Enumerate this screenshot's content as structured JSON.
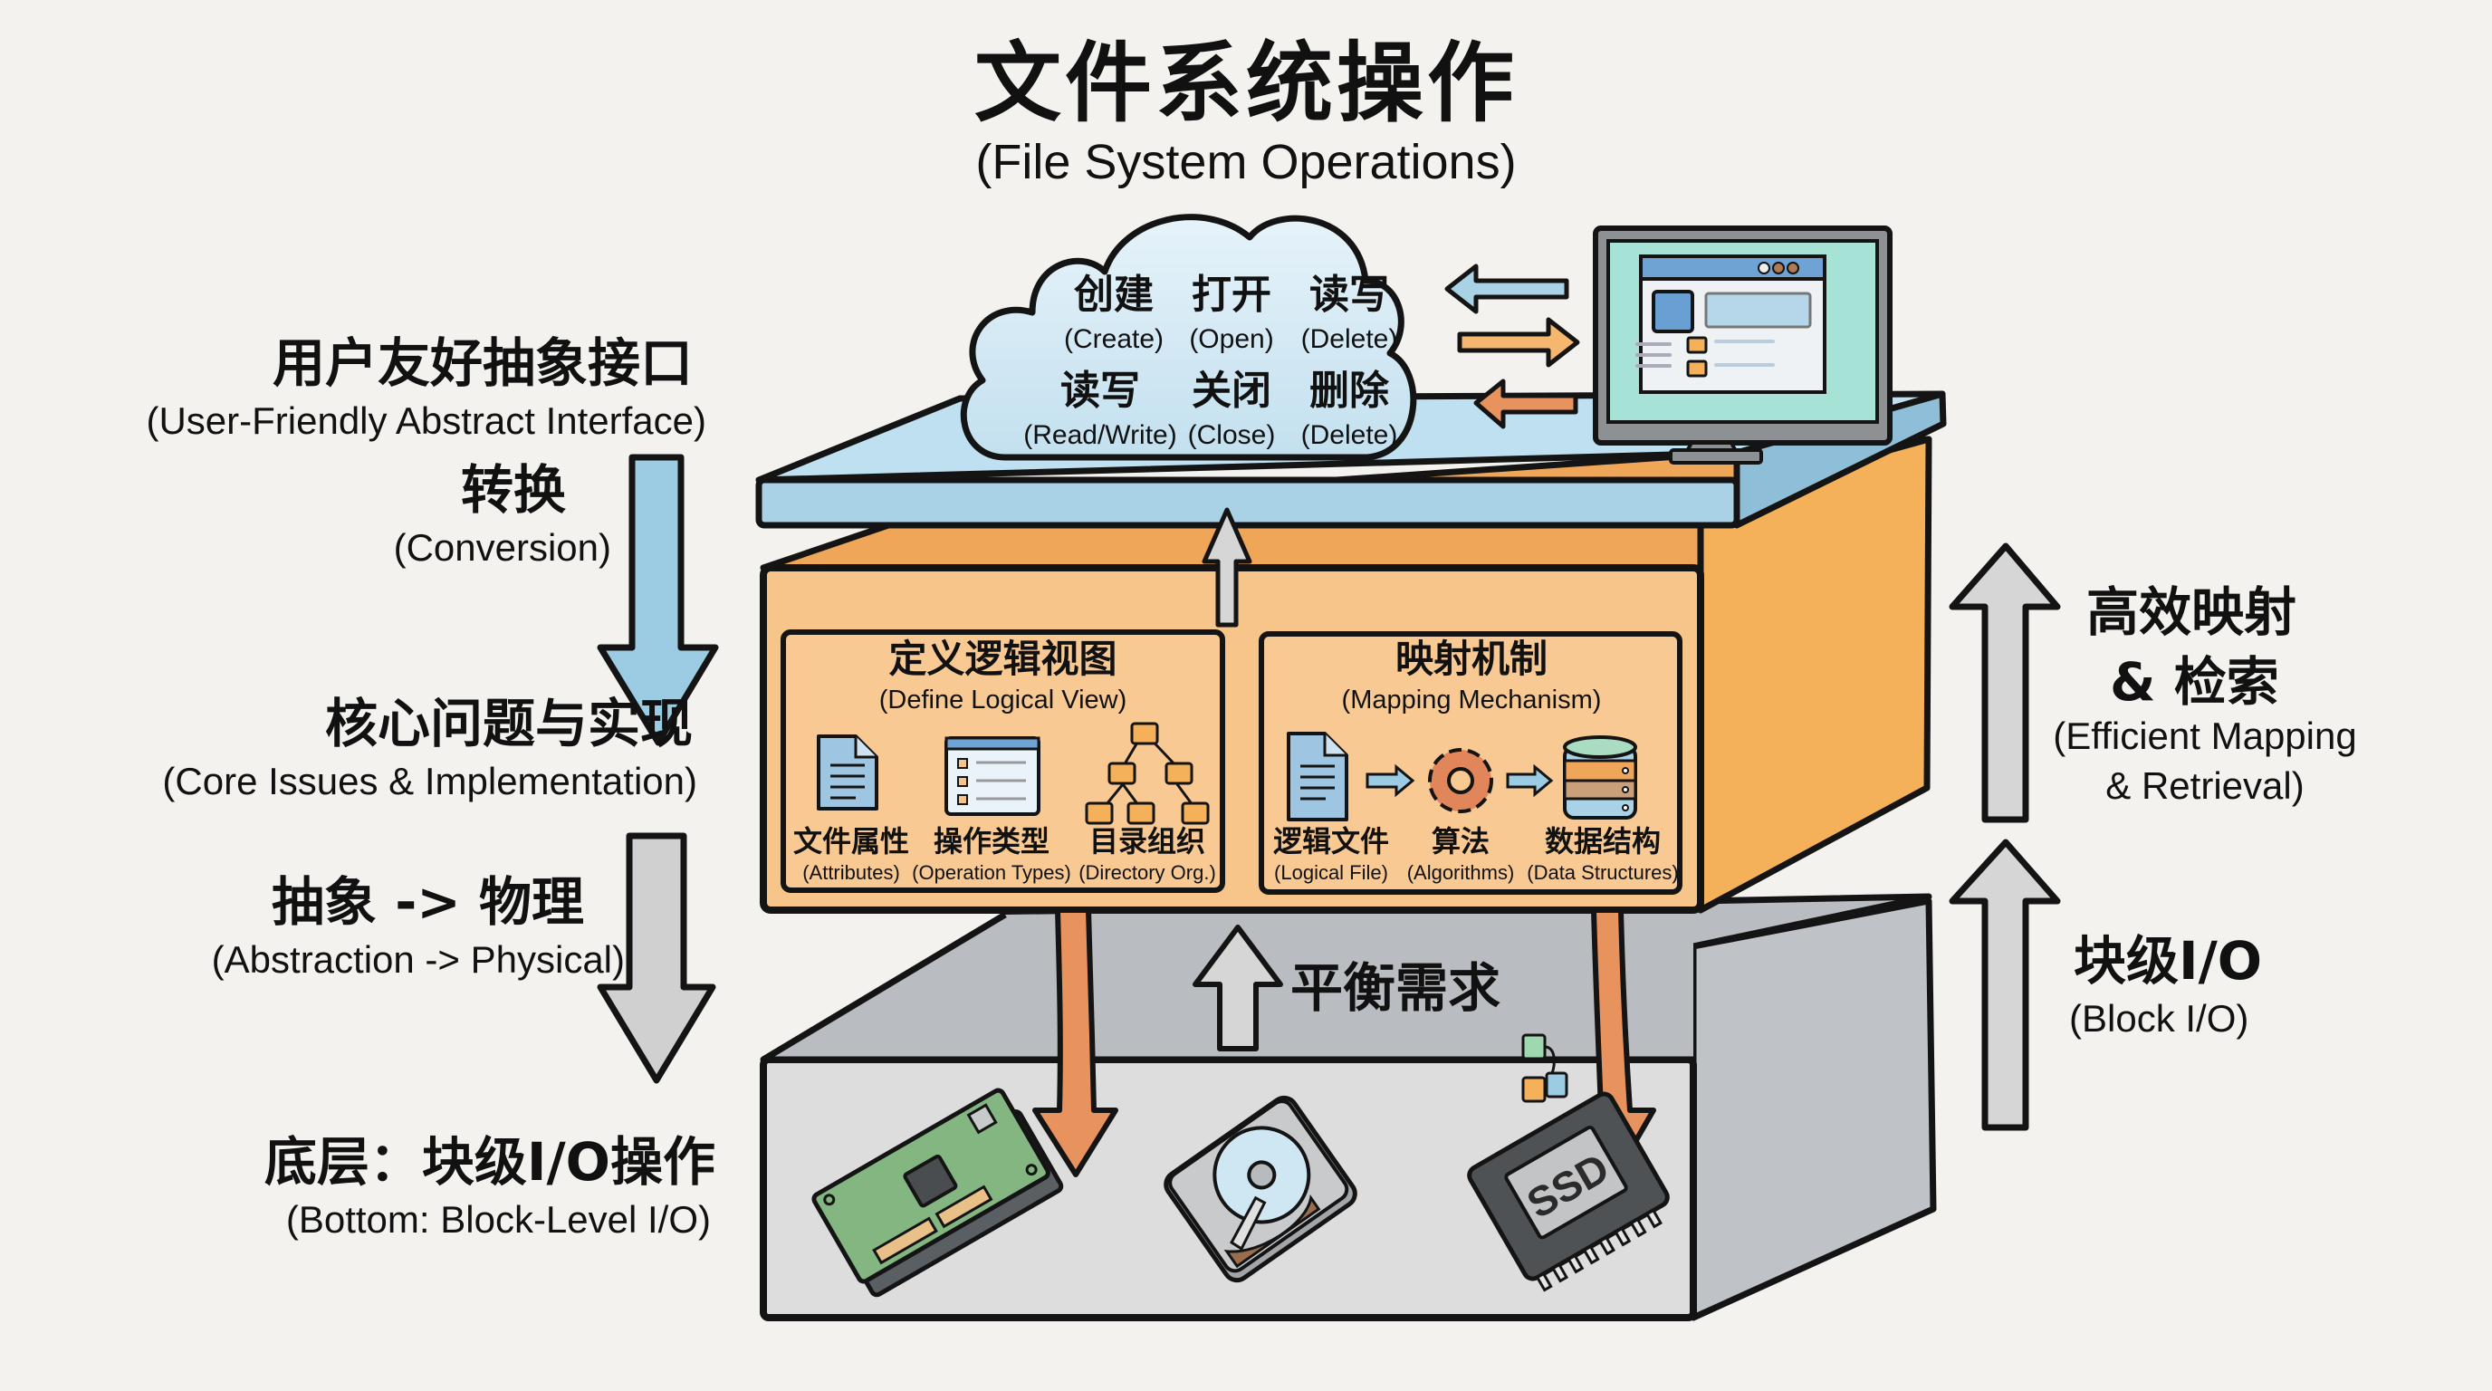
{
  "title": {
    "cn": "文件系统操作",
    "en": "(File System Operations)"
  },
  "colors": {
    "background": "#f3f2ee",
    "blue_layer": "#a9d2e6",
    "blue_layer_side": "#8fbfd8",
    "orange_layer": "#f5b15a",
    "orange_front": "#f7c48a",
    "gray_layer": "#b9bcc0",
    "gray_front": "#dcdcdc",
    "arrow_blue": "#9ccbe4",
    "arrow_orange": "#e8925e",
    "arrow_gray": "#d0d0d0",
    "outline": "#141414"
  },
  "cloud": {
    "operations": [
      {
        "cn": "创建",
        "en": "(Create)"
      },
      {
        "cn": "打开",
        "en": "(Open)"
      },
      {
        "cn": "读写",
        "en": "(Delete)"
      },
      {
        "cn": "读写",
        "en": "(Read/Write)"
      },
      {
        "cn": "关闭",
        "en": "(Close)"
      },
      {
        "cn": "删除",
        "en": "(Delete)"
      }
    ]
  },
  "left_labels": {
    "interface": {
      "cn": "用户友好抽象接口",
      "en": "(User-Friendly Abstract Interface)"
    },
    "conversion": {
      "cn": "转换",
      "en": "(Conversion)"
    },
    "core": {
      "cn": "核心问题与实现",
      "en": "(Core Issues & Implementation)"
    },
    "abstraction": {
      "cn": "抽象 -> 物理",
      "en": "(Abstraction -> Physical)"
    },
    "bottom": {
      "cn": "底层：块级I/O操作",
      "en": "(Bottom: Block-Level I/O)"
    }
  },
  "right_labels": {
    "mapping": {
      "cn_line1": "高效映射",
      "cn_line2": "& 检索",
      "en_line1": "(Efficient Mapping",
      "en_line2": "& Retrieval)"
    },
    "block_io": {
      "cn": "块级I/O",
      "en": "(Block I/O)"
    }
  },
  "middle_layer": {
    "logical_view": {
      "cn": "定义逻辑视图",
      "en": "(Define Logical View)",
      "items": [
        {
          "icon": "document-icon",
          "cn": "文件属性",
          "en": "(Attributes)"
        },
        {
          "icon": "window-icon",
          "cn": "操作类型",
          "en": "(Operation Types)"
        },
        {
          "icon": "folder-tree-icon",
          "cn": "目录组织",
          "en": "(Directory Org.)"
        }
      ]
    },
    "mapping": {
      "cn": "映射机制",
      "en": "(Mapping Mechanism)",
      "items": [
        {
          "icon": "document-icon",
          "cn": "逻辑文件",
          "en": "(Logical File)"
        },
        {
          "icon": "gear-icon",
          "cn": "算法",
          "en": "(Algorithms)"
        },
        {
          "icon": "database-icon",
          "cn": "数据结构",
          "en": "(Data Structures)"
        }
      ]
    }
  },
  "bottom_layer": {
    "balance_label": "平衡需求",
    "devices": [
      {
        "icon": "circuit-board-icon"
      },
      {
        "icon": "hard-disk-icon"
      },
      {
        "icon": "ssd-icon",
        "label": "SSD"
      }
    ]
  }
}
